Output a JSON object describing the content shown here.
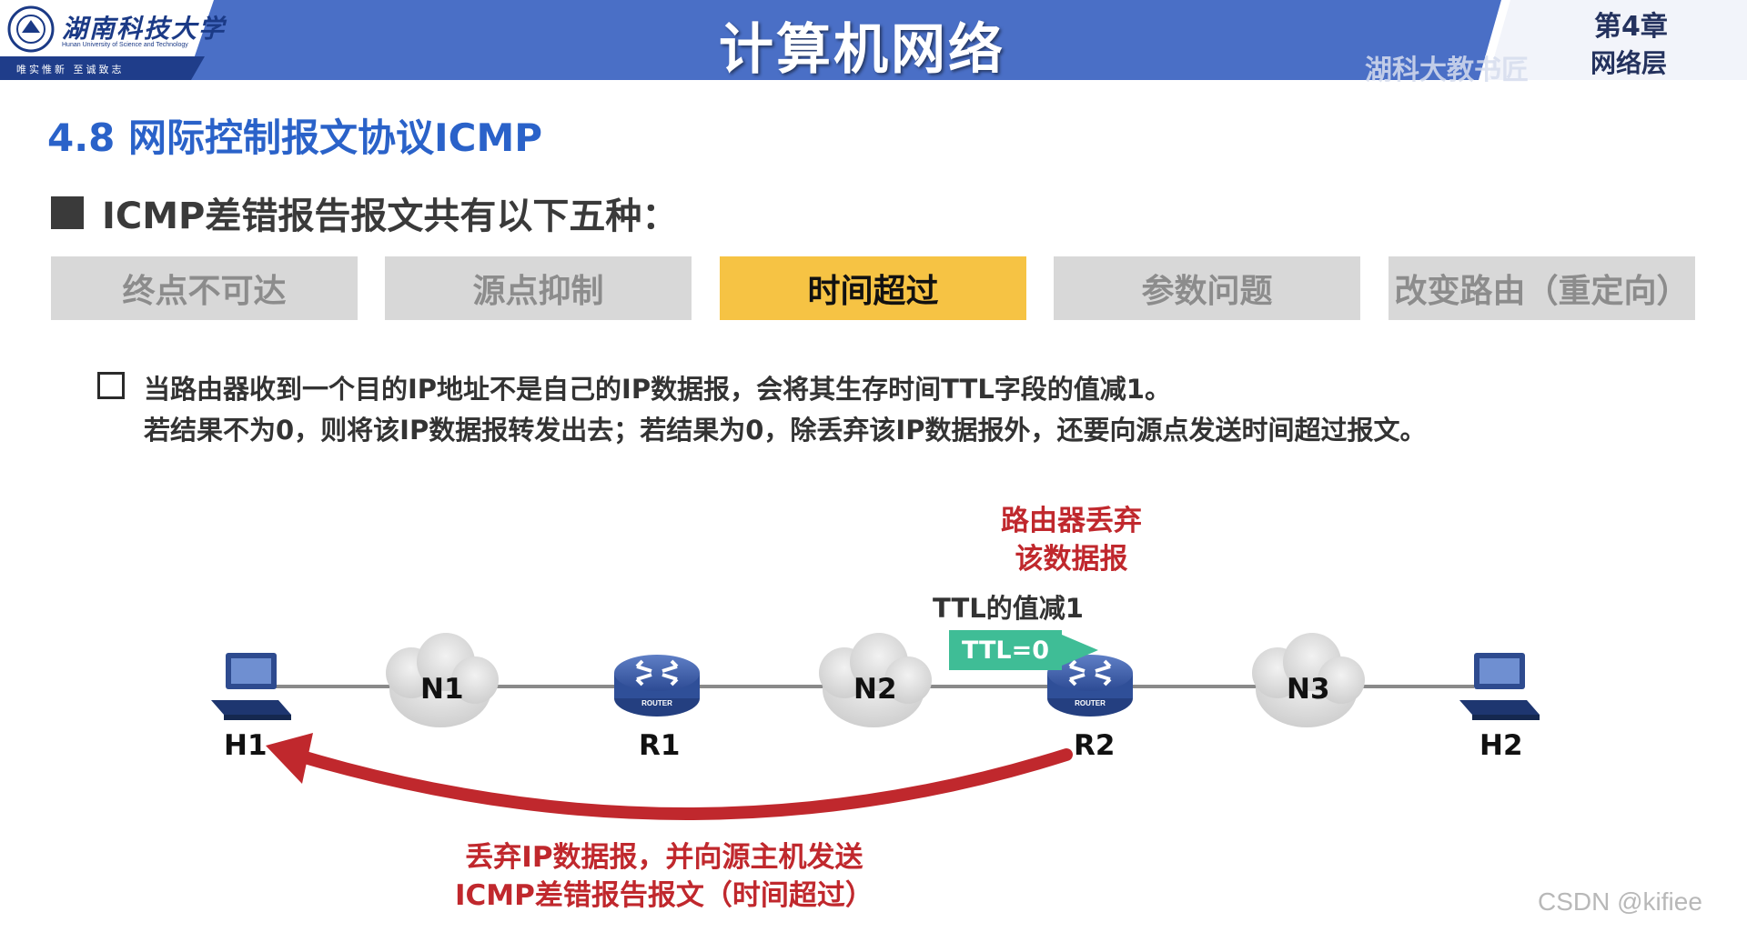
{
  "header": {
    "logo_cn": "湖南科技大学",
    "logo_en": "Hunan University of Science and Technology",
    "motto": "唯实惟新   至诚致志",
    "course_title": "计算机网络",
    "watermark": "湖科大教书匠",
    "chapter_num": "第4章",
    "chapter_name": "网络层"
  },
  "section": {
    "title": "4.8 网际控制报文协议ICMP",
    "subheading": "ICMP差错报告报文共有以下五种："
  },
  "tabs": [
    {
      "label": "终点不可达",
      "active": false
    },
    {
      "label": "源点抑制",
      "active": false
    },
    {
      "label": "时间超过",
      "active": true
    },
    {
      "label": "参数问题",
      "active": false
    },
    {
      "label": "改变路由（重定向）",
      "active": false
    }
  ],
  "description": {
    "line1": "当路由器收到一个目的IP地址不是自己的IP数据报，会将其生存时间TTL字段的值减1。",
    "line2": "若结果不为0，则将该IP数据报转发出去；若结果为0，除丢弃该IP数据报外，还要向源点发送时间超过报文。"
  },
  "diagram": {
    "drop_note_line1": "路由器丢弃",
    "drop_note_line2": "该数据报",
    "ttl_note": "TTL的值减1",
    "ttl_box": "TTL=0",
    "hosts": [
      "H1",
      "H2"
    ],
    "routers": [
      "R1",
      "R2"
    ],
    "router_badge": "ROUTER",
    "networks": [
      "N1",
      "N2",
      "N3"
    ],
    "bottom_note_line1": "丢弃IP数据报，并向源主机发送",
    "bottom_note_line2": "ICMP差错报告报文（时间超过）"
  },
  "colors": {
    "header_blue": "#4a6fc6",
    "title_blue": "#2a62c9",
    "active_tab": "#f6c344",
    "inactive_tab": "#d8d8d8",
    "alert_red": "#c0282d",
    "ttl_green": "#3fbd96"
  },
  "footer": {
    "credit": "CSDN @kifiee"
  }
}
